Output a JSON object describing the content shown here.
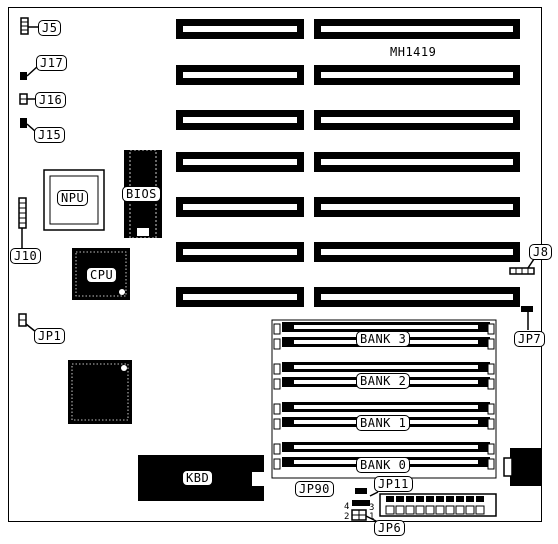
{
  "board": {
    "model": "MH1419",
    "components": {
      "npu": "NPU",
      "cpu": "CPU",
      "bios": "BIOS",
      "kbd": "KBD"
    },
    "banks": [
      "BANK 3",
      "BANK 2",
      "BANK 1",
      "BANK 0"
    ],
    "jumpers": {
      "j5": "J5",
      "j17": "J17",
      "j16": "J16",
      "j15": "J15",
      "j10": "J10",
      "jp1": "JP1",
      "j8": "J8",
      "jp7": "JP7",
      "jp90": "JP90",
      "jp11": "JP11",
      "jp6": "JP6"
    },
    "pin_numbers": {
      "p4": "4",
      "p2": "2",
      "p3": "3",
      "p1": "1"
    }
  }
}
